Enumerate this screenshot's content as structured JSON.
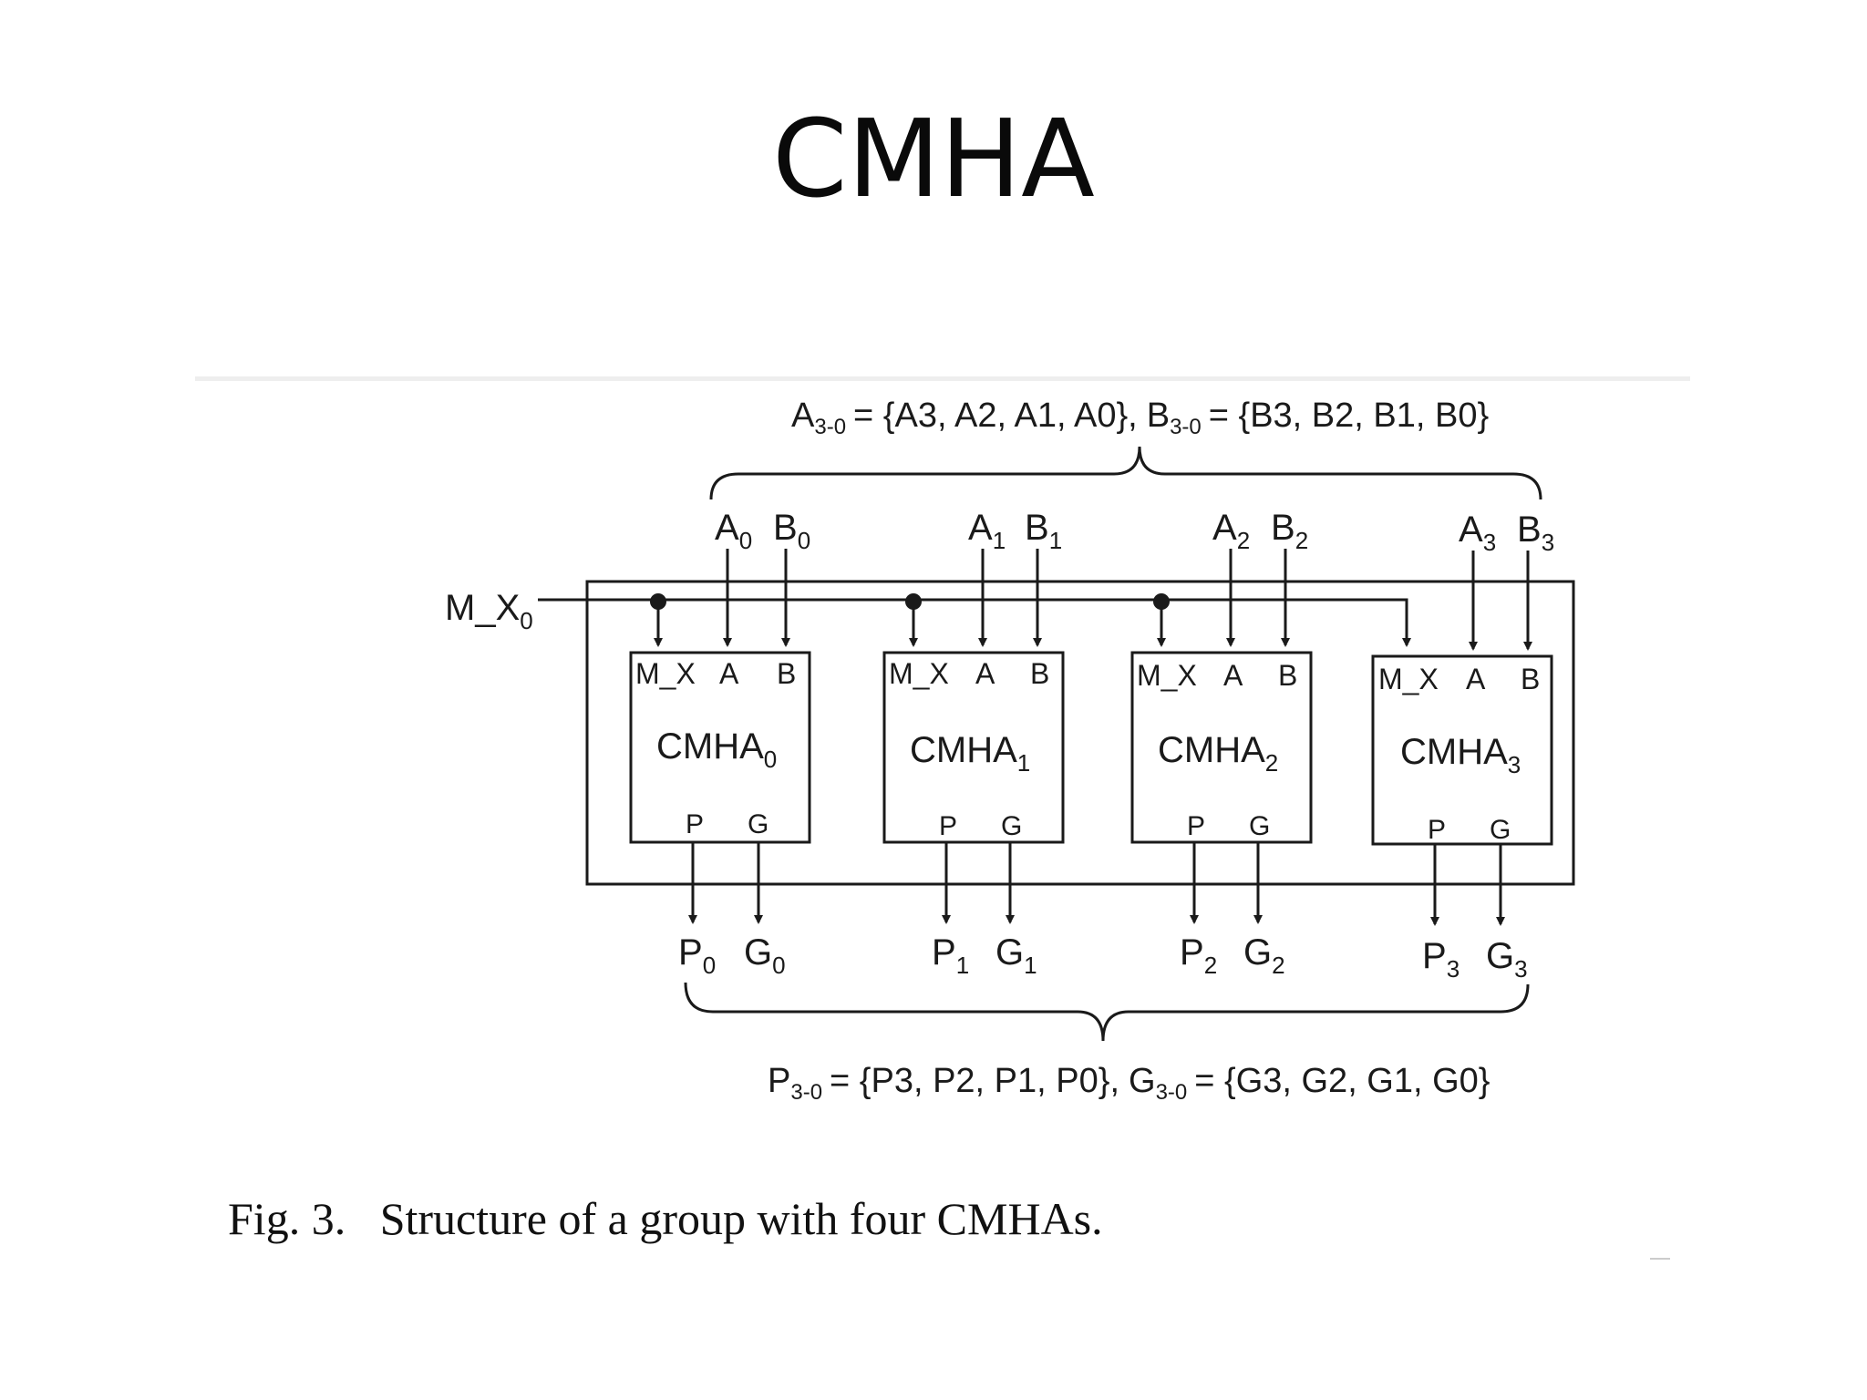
{
  "slide": {
    "title": "CMHA"
  },
  "figure": {
    "caption": "Fig. 3.   Structure of a group with four CMHAs.",
    "top_equation": {
      "a_lhs": "A",
      "a_lhs_sub": "3-0",
      "a_rhs": "= {A3, A2, A1, A0},",
      "b_lhs": "B",
      "b_lhs_sub": "3-0",
      "b_rhs": "= {B3, B2, B1, B0}"
    },
    "bottom_equation": {
      "p_lhs": "P",
      "p_lhs_sub": "3-0",
      "p_rhs": "= {P3, P2, P1, P0},",
      "g_lhs": "G",
      "g_lhs_sub": "3-0",
      "g_rhs": "= {G3, G2, G1, G0}"
    },
    "shared_input": {
      "label": "M_X",
      "sub": "0"
    },
    "port_labels": {
      "mx": "M_X",
      "a": "A",
      "b": "B",
      "p": "P",
      "g": "G"
    },
    "blocks": [
      {
        "name": "CMHA",
        "index": "0",
        "in_a": "A",
        "in_b": "B",
        "out_p": "P",
        "out_g": "G"
      },
      {
        "name": "CMHA",
        "index": "1",
        "in_a": "A",
        "in_b": "B",
        "out_p": "P",
        "out_g": "G"
      },
      {
        "name": "CMHA",
        "index": "2",
        "in_a": "A",
        "in_b": "B",
        "out_p": "P",
        "out_g": "G"
      },
      {
        "name": "CMHA",
        "index": "3",
        "in_a": "A",
        "in_b": "B",
        "out_p": "P",
        "out_g": "G"
      }
    ]
  }
}
